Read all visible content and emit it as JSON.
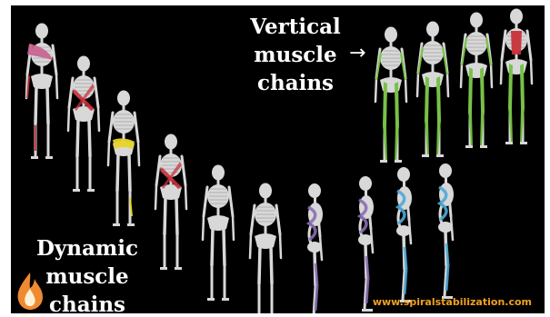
{
  "labels": {
    "vertical": [
      "Vertical",
      "muscle",
      "chains"
    ],
    "dynamic": [
      "Dynamic",
      "muscle",
      "chains"
    ],
    "arrow": "→",
    "watermark": "www.spiralstabilization.com"
  },
  "colors": {
    "background": "#000000",
    "bone": "#d8d8d8",
    "text": "#ffffff",
    "vertical_chain": "#6fbf3a",
    "pink_chain": "#c9608f",
    "red_chain": "#c8323a",
    "yellow_chain": "#e8d42a",
    "blue_chain": "#4fa8d8",
    "purple_chain": "#8a6fb0",
    "watermark": "#f0a020",
    "flame": "#f08a30"
  },
  "figures": [
    {
      "name": "dynamic-figure-1",
      "view": "front",
      "accent": "pink_chain"
    },
    {
      "name": "dynamic-figure-2",
      "view": "front",
      "accent": "red_chain"
    },
    {
      "name": "dynamic-figure-3",
      "view": "front",
      "accent": "yellow_chain"
    },
    {
      "name": "dynamic-figure-4",
      "view": "front",
      "accent": "red_chain"
    },
    {
      "name": "dynamic-figure-5",
      "view": "front",
      "accent": "bone"
    },
    {
      "name": "dynamic-figure-6",
      "view": "front",
      "accent": "bone"
    },
    {
      "name": "dynamic-figure-7",
      "view": "side",
      "accent": "purple_chain"
    },
    {
      "name": "dynamic-figure-8",
      "view": "side",
      "accent": "purple_chain"
    },
    {
      "name": "dynamic-figure-9",
      "view": "side",
      "accent": "blue_chain"
    },
    {
      "name": "dynamic-figure-10",
      "view": "side",
      "accent": "blue_chain"
    },
    {
      "name": "vertical-figure-1",
      "view": "front",
      "accent": "vertical_chain"
    },
    {
      "name": "vertical-figure-2",
      "view": "front",
      "accent": "vertical_chain"
    },
    {
      "name": "vertical-figure-3",
      "view": "front",
      "accent": "vertical_chain"
    },
    {
      "name": "vertical-figure-4",
      "view": "front",
      "accent": "red_chain"
    }
  ]
}
